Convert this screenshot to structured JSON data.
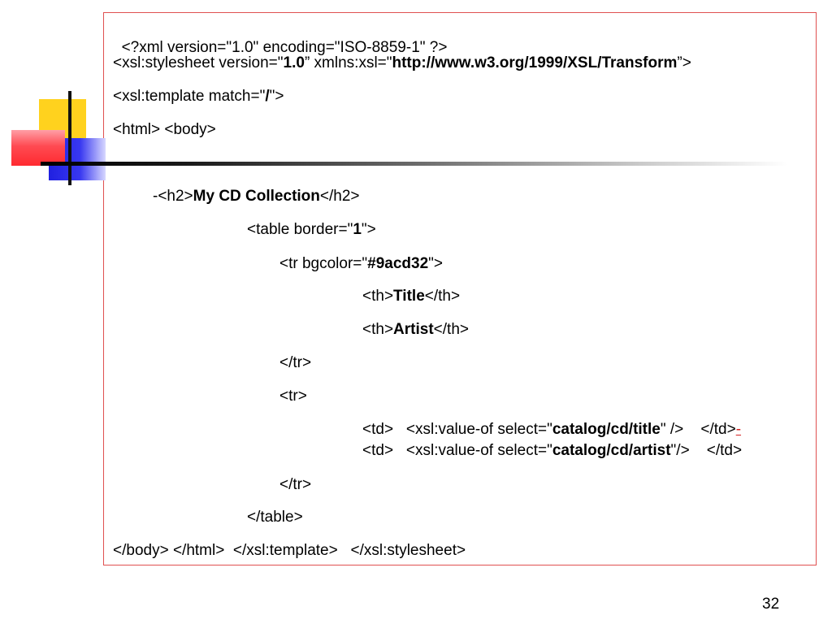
{
  "slide": {
    "page_number": "32",
    "lines": [
      {
        "id": "l1",
        "parts": [
          "<?xml version=\"1.0\" encoding=\"ISO-8859-1\" ?>"
        ]
      },
      {
        "id": "l2",
        "parts": [
          "<xsl:stylesheet version=\"",
          "1.0",
          "” xmlns:xsl=\"",
          "http://www.w3.org/1999/XSL/Transform",
          "”>"
        ]
      },
      {
        "id": "l3",
        "parts": [
          "<xsl:template match=\"",
          "/",
          "\">"
        ]
      },
      {
        "id": "l4",
        "parts": [
          "<html> <body>"
        ]
      },
      {
        "id": "l5",
        "parts": [
          "-<h2>",
          "My CD Collection",
          "</h2>"
        ]
      },
      {
        "id": "l6",
        "parts": [
          "<table border=\"",
          "1",
          "\">"
        ]
      },
      {
        "id": "l7",
        "parts": [
          "<tr bgcolor=\"",
          "#9acd32",
          "\">"
        ]
      },
      {
        "id": "l8",
        "parts": [
          "<th>",
          "Title",
          "</th>"
        ]
      },
      {
        "id": "l9",
        "parts": [
          "<th>",
          "Artist",
          "</th>"
        ]
      },
      {
        "id": "l10",
        "parts": [
          "</tr>"
        ]
      },
      {
        "id": "l11",
        "parts": [
          "<tr>"
        ]
      },
      {
        "id": "l12",
        "parts": [
          "<td>   <xsl:value-of select=\"",
          "catalog/cd/title",
          "\" />    </td>",
          "-"
        ]
      },
      {
        "id": "l13",
        "parts": [
          "<td>   <xsl:value-of select=\"",
          "catalog/cd/artist",
          "\"/>    </td>"
        ]
      },
      {
        "id": "l14",
        "parts": [
          "</tr>"
        ]
      },
      {
        "id": "l15",
        "parts": [
          "</table>"
        ]
      },
      {
        "id": "l16",
        "parts": [
          "</body> </html>  </xsl:template>   </xsl:stylesheet>"
        ]
      }
    ]
  },
  "colors": {
    "frame_border": "#e05050",
    "accent_red": "#d42020",
    "logo_yellow": "#ffd21e",
    "logo_blue": "#2020e0",
    "logo_red": "#ff2a30"
  }
}
